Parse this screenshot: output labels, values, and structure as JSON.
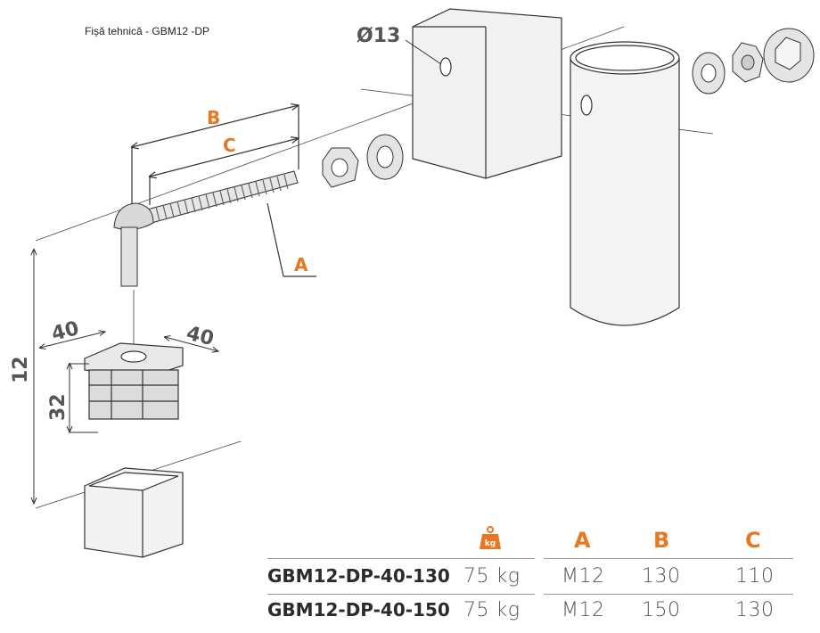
{
  "title": "Fișă tehnică - GBM12 -DP",
  "drawing_labels": {
    "dim_b": "B",
    "dim_c": "C",
    "dim_a": "A",
    "hole": "Ø13",
    "width1": "40",
    "width2": "40",
    "height": "32",
    "total": "12"
  },
  "table": {
    "weight_icon": "kg",
    "headers": {
      "a": "A",
      "b": "B",
      "c": "C"
    },
    "rows": [
      {
        "code": "GBM12-DP-40-130",
        "weight": "75 kg",
        "a": "M12",
        "b": "130",
        "c": "110"
      },
      {
        "code": "GBM12-DP-40-150",
        "weight": "75 kg",
        "a": "M12",
        "b": "150",
        "c": "130"
      }
    ]
  },
  "colors": {
    "accent": "#e87722",
    "line": "#333333",
    "dim_text": "#555555"
  }
}
